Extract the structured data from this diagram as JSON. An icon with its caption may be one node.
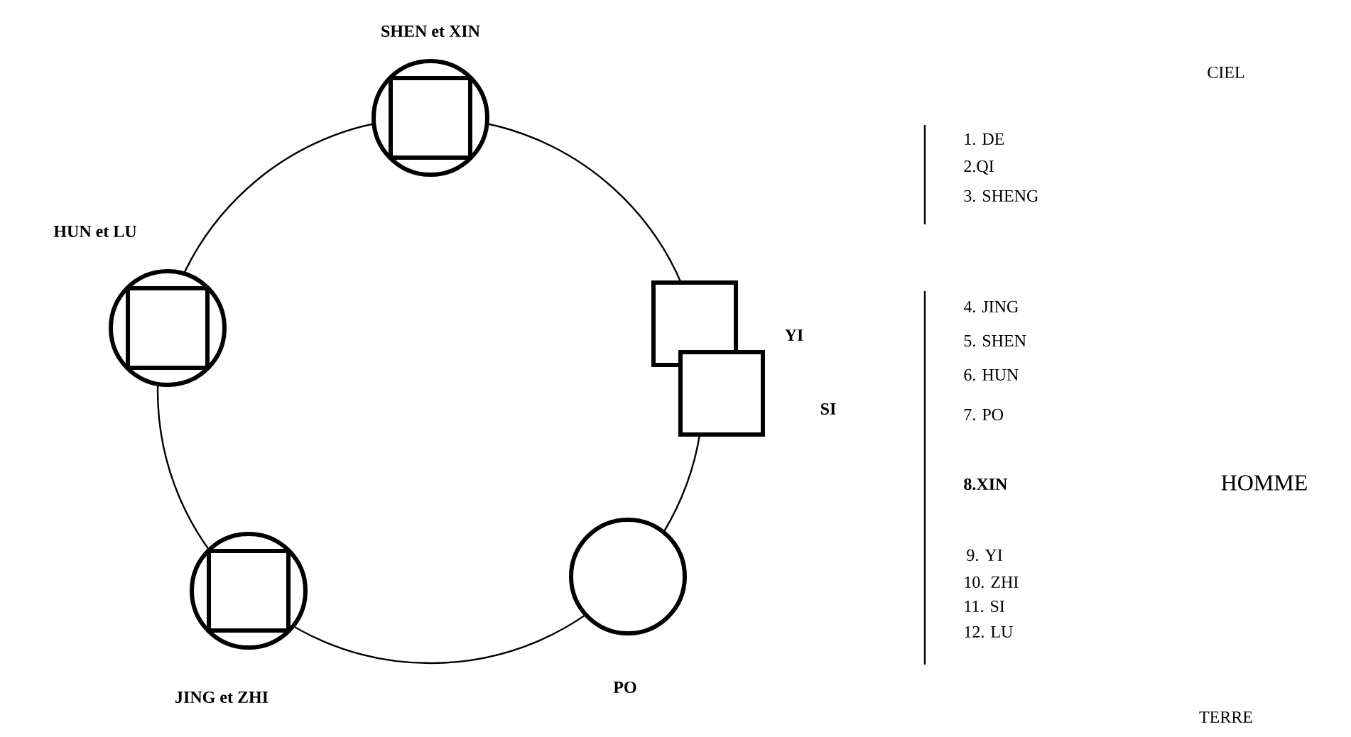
{
  "diagram": {
    "nodes": [
      {
        "text": [],
        "shape": "circle",
        "beside": [
          "SHEN et XIN"
        ]
      },
      {
        "text": [],
        "shape": "circle",
        "beside": [
          "HUN et LU"
        ]
      },
      {
        "text": [],
        "shape": "circle",
        "beside": [
          "JING et ZHI"
        ]
      },
      {
        "text": [],
        "shape": "circle",
        "beside": [
          "PO"
        ]
      },
      {
        "text": [],
        "shape": "box"
      },
      {
        "text": [],
        "shape": "box"
      }
    ],
    "labels": [
      "YI",
      "SI",
      "CIEL",
      "1. DE",
      "2.QI",
      "3. SHENG",
      "4. JING",
      "5. SHEN",
      "6. HUN",
      "7. PO",
      "8.XIN",
      "HOMME",
      "9. YI",
      "10. ZHI",
      "11. SI",
      "12. LU",
      "TERRE"
    ]
  }
}
